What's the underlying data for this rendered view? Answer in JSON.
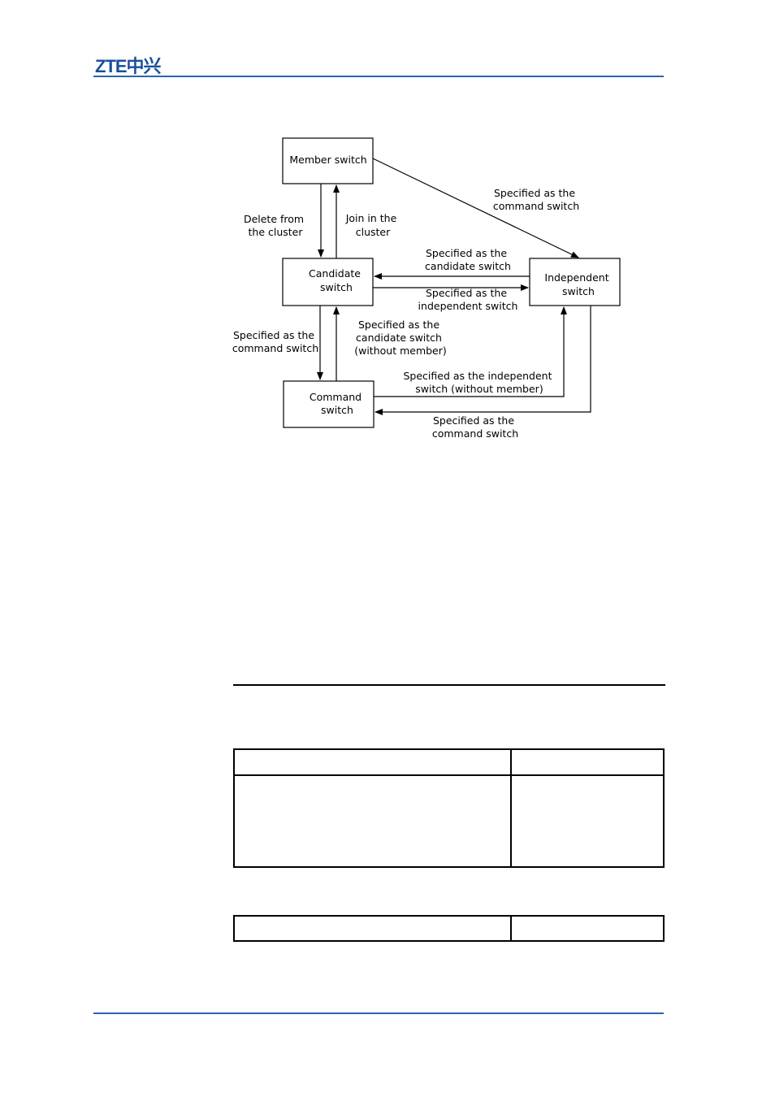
{
  "header": {
    "logo_text": "ZTE中兴"
  },
  "diagram": {
    "nodes": {
      "member": [
        "Member switch"
      ],
      "candidate": [
        "Candidate",
        "switch"
      ],
      "independent": [
        "Independent",
        "switch"
      ],
      "command": [
        "Command",
        "switch"
      ]
    },
    "edges": {
      "member_to_independent": [
        "Specified as the",
        "command switch"
      ],
      "member_to_candidate": [
        "Delete from",
        "the cluster"
      ],
      "candidate_to_member": [
        "Join in the",
        "cluster"
      ],
      "independent_to_candidate": [
        "Specified as the",
        "candidate switch"
      ],
      "candidate_to_independent": [
        "Specified as the",
        "independent switch"
      ],
      "candidate_to_command": [
        "Specified as the",
        "command switch"
      ],
      "command_to_candidate": [
        "Specified as the",
        "candidate switch",
        "(without member)"
      ],
      "command_to_independent": [
        "Specified as the independent",
        "switch (without member)"
      ],
      "independent_to_command": [
        "Specified as the",
        "command switch"
      ]
    }
  },
  "colors": {
    "brand": "#1b4f9c",
    "rule": "#2a64b0"
  }
}
